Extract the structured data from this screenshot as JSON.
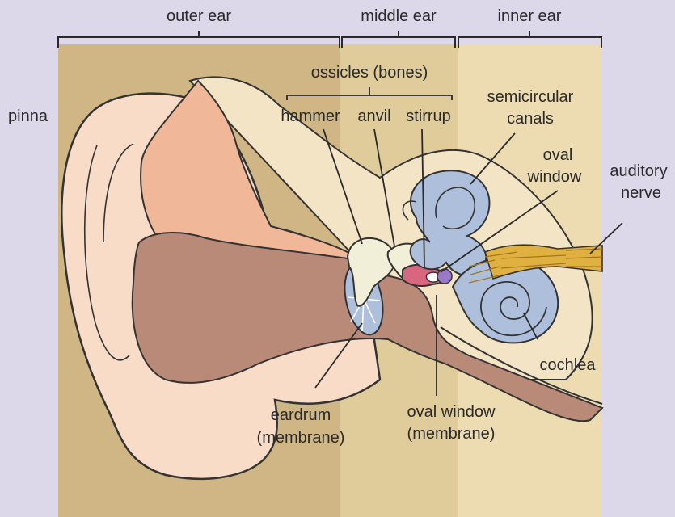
{
  "regions": {
    "outer": "outer ear",
    "middle": "middle ear",
    "inner": "inner ear"
  },
  "labels": {
    "ossicles": "ossicles (bones)",
    "hammer": "hammer",
    "anvil": "anvil",
    "stirrup": "stirrup",
    "pinna": "pinna",
    "semicircular_1": "semicircular",
    "semicircular_2": "canals",
    "oval_window_top_1": "oval",
    "oval_window_top_2": "window",
    "auditory_1": "auditory",
    "auditory_2": "nerve",
    "cochlea": "cochlea",
    "eardrum_1": "eardrum",
    "eardrum_2": "(membrane)",
    "oval_window_bottom_1": "oval window",
    "oval_window_bottom_2": "(membrane)"
  },
  "colors": {
    "background": "#ddd7ea",
    "outer_band": "#cfb684",
    "middle_band": "#e0cc9a",
    "inner_band": "#eddcb2",
    "pinna_skin": "#f8dcc8",
    "pinna_mid": "#f0b898",
    "ear_canal": "#b98a78",
    "cream": "#f2e4c4",
    "inner_blue": "#aebfdc",
    "nerve": "#e0b040"
  }
}
